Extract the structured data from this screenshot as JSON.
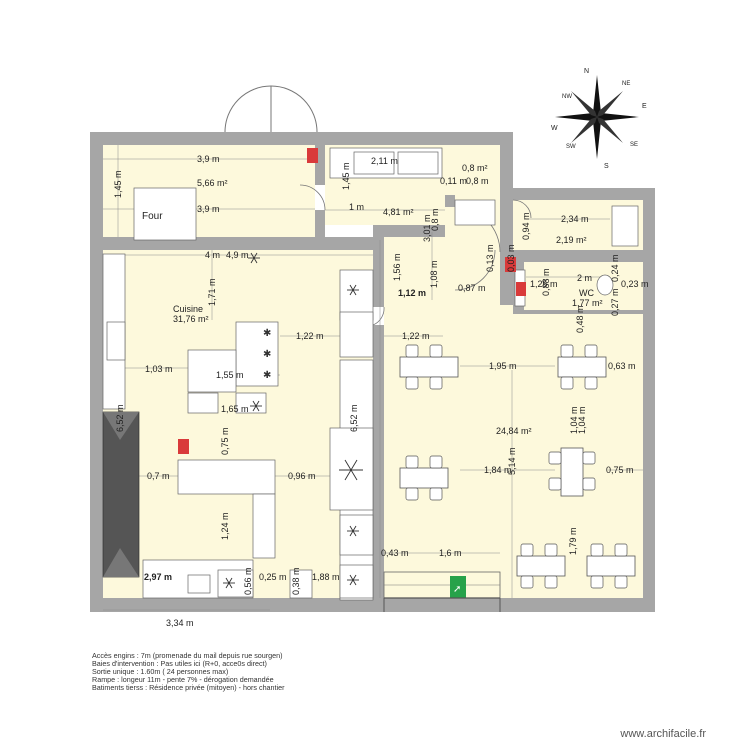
{
  "rooms": {
    "four": "Four",
    "cuisine": "Cuisine",
    "wc": "WC"
  },
  "areas": {
    "a566": "5,66 m²",
    "a080": "0,8 m²",
    "a481": "4,81 m²",
    "a219": "2,19 m²",
    "a177": "1,77 m²",
    "a3176": "31,76 m²",
    "a2484": "24,84 m²"
  },
  "dims": {
    "d39a": "3,9 m",
    "d39b": "3,9 m",
    "d145a": "1,45 m",
    "d145b": "1,45 m",
    "d211": "2,11 m",
    "d011": "0,11 m",
    "d08a": "0,8 m",
    "d1m": "1 m",
    "d301": "3,01 m",
    "d08b": "0,8 m",
    "d234": "2,34 m",
    "d094": "0,94 m",
    "d013": "0,13 m",
    "d003": "0,03 m",
    "d125": "1,25 m",
    "d2m": "2 m",
    "d024": "0,24 m",
    "d088": "0,88 m",
    "d023": "0,23 m",
    "d027": "0,27 m",
    "d4m": "4 m",
    "d49": "4,9 m",
    "d171": "1,71 m",
    "d156": "1,56 m",
    "d108": "1,08 m",
    "d112": "1,12 m",
    "d087": "0,87 m",
    "d122a": "1,22 m",
    "d122b": "1,22 m",
    "d048": "0,48 m",
    "d103": "1,03 m",
    "d155": "1,55 m",
    "d195": "1,95 m",
    "d063": "0,63 m",
    "d165": "1,65 m",
    "d652a": "6,52 m",
    "d652b": "6,52 m",
    "d104a": "1,04 m",
    "d104b": "1,04 m",
    "d075a": "0,75 m",
    "d075b": "0,75 m",
    "d514": "5,14 m",
    "d07": "0,7 m",
    "d096": "0,96 m",
    "d184": "1,84 m",
    "d124": "1,24 m",
    "d179": "1,79 m",
    "d043": "0,43 m",
    "d16": "1,6 m",
    "d297": "2,97 m",
    "d056": "0,56 m",
    "d025": "0,25 m",
    "d038": "0,38 m",
    "d188": "1,88 m",
    "d334": "3,34 m"
  },
  "notes": [
    "Accès engins : 7m (promenade du mail depuis rue sourgen)",
    "Baies d'intervention : Pas utiles ici (R+0, acce0s direct)",
    "Sortie unique : 1.60m ( 24 personnes max)",
    "Rampe : longeur 11m - pente 7% - dérogation demandée",
    "Batiments tierss : Résidence privée (mitoyen) - hors chantier"
  ],
  "credit": "www.archifacile.fr",
  "compass": {
    "n": "N",
    "s": "S",
    "e": "E",
    "w": "W",
    "ne": "NE",
    "nw": "NW",
    "se": "SE",
    "sw": "SW"
  },
  "colors": {
    "wall": "#a6a6a6",
    "floor": "#fdf9dc",
    "fixture": "#ffffff",
    "extinguisher": "#d93a3a",
    "exit": "#27a24a"
  }
}
